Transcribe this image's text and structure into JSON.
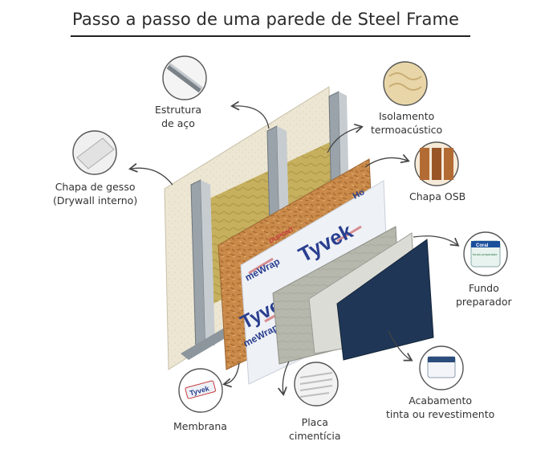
{
  "title": "Passo a passo de uma parede de Steel Frame",
  "labels": {
    "estrutura": [
      "Estrutura",
      "de aço"
    ],
    "isolamento": [
      "Isolamento",
      "termoacústico"
    ],
    "chapa_gesso": [
      "Chapa de gesso",
      "(Drywall interno)"
    ],
    "chapa_osb": [
      "Chapa OSB"
    ],
    "fundo": [
      "Fundo",
      "preparador"
    ],
    "membrana": [
      "Membrana"
    ],
    "placa": [
      "Placa",
      "cimentícia"
    ],
    "acabamento": [
      "Acabamento",
      "tinta ou revestimento"
    ]
  },
  "membrane_text": {
    "brand": "Tyvek",
    "sub": "meWrap",
    "maker": "DUPONT",
    "top_tag": "Ho"
  },
  "thumb_text": {
    "membrana_brand": "Tyvek",
    "fundo_brand": "Coral",
    "fundo_product": "fundo preparador"
  },
  "colors": {
    "gypsum": "#ece6d3",
    "steel": "#9aa3aa",
    "insulation": "#c9b25a",
    "osb": "#c98a4a",
    "membrane": "#eef1f6",
    "tyvek_blue": "#2a3f8f",
    "cement": "#b9bab0",
    "primer": "#dcdcd6",
    "finish": "#1f3656"
  }
}
